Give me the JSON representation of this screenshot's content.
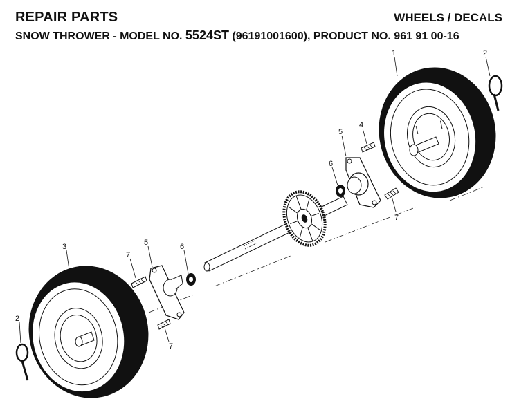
{
  "header": {
    "left_title": "REPAIR PARTS",
    "right_title": "WHEELS / DECALS",
    "subtitle_prefix": "SNOW THROWER - MODEL NO. ",
    "model_no": "5524ST",
    "subtitle_suffix": " (96191001600), PRODUCT NO. 961 91 00-16"
  },
  "callouts": {
    "c1": "1",
    "c2_top": "2",
    "c4": "4",
    "c5_right": "5",
    "c6_right": "6",
    "c7_right": "7",
    "c3": "3",
    "c7_left_top": "7",
    "c5_left": "5",
    "c6_left": "6",
    "c2_bottom": "2",
    "c7_left_bottom": "7"
  }
}
